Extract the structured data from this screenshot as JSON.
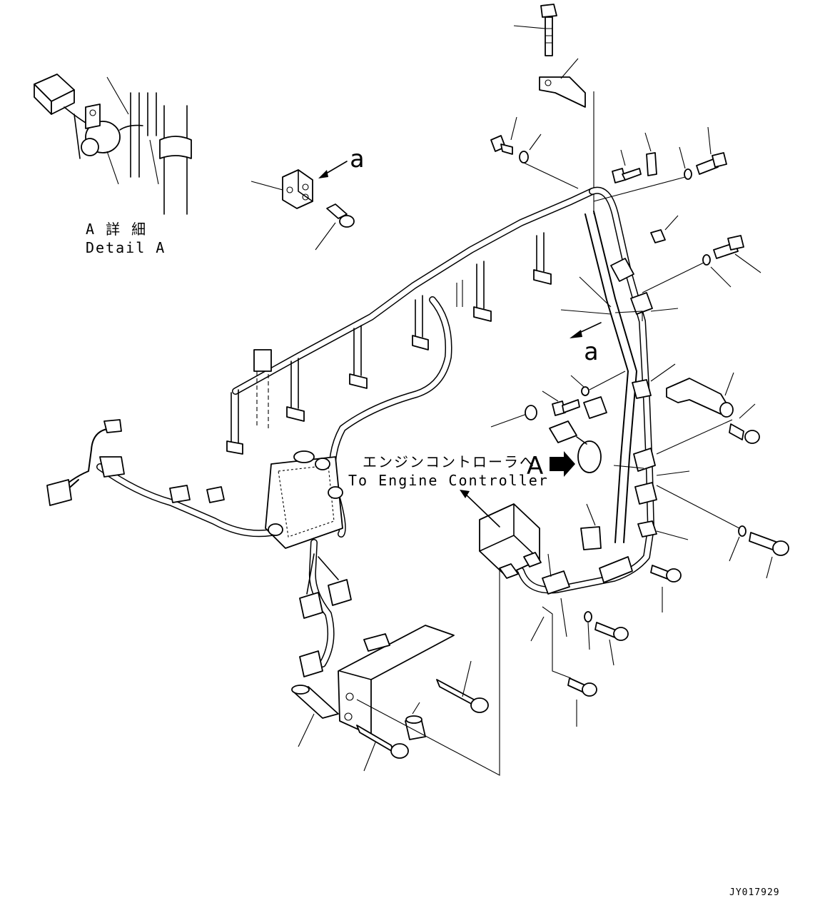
{
  "detail": {
    "title_jp": "A 詳 細",
    "title_en": "Detail A"
  },
  "view_marker": {
    "letter": "A"
  },
  "arrow_labels": {
    "a_top": "a",
    "a_mid": "a"
  },
  "controller": {
    "label_jp": "エンジンコントローラへ",
    "label_en": "To Engine Controller"
  },
  "drawing_code": "JY017929",
  "icons": [
    "bolt-icon",
    "washer-icon",
    "clamp-icon",
    "connector-icon",
    "bracket-icon",
    "arrow-icon"
  ]
}
